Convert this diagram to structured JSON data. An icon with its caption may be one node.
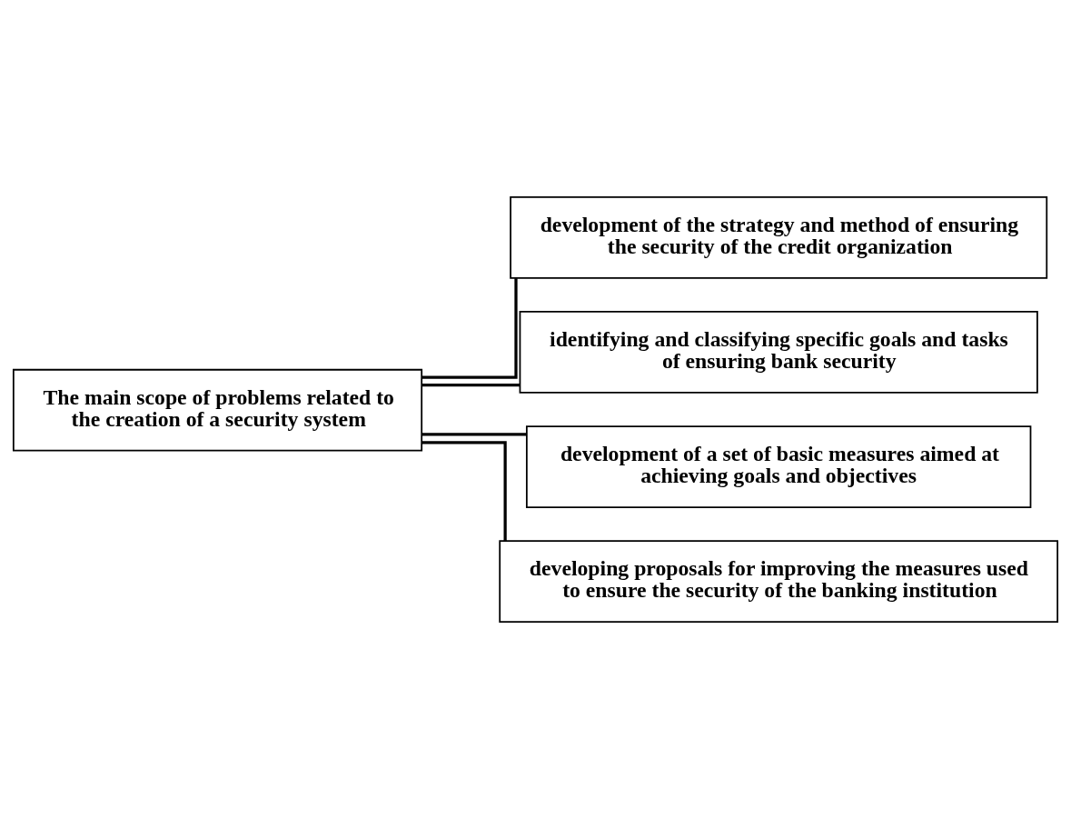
{
  "diagram": {
    "nodes": [
      {
        "text": [
          "The main scope of problems related to the creation of a security system"
        ]
      },
      {
        "text": [
          "development of the strategy and method of ensuring the security of the credit organization"
        ]
      },
      {
        "text": [
          "identifying and classifying specific goals and tasks of ensuring bank security"
        ]
      },
      {
        "text": [
          "development of a set of basic measures aimed at achieving goals and objectives"
        ]
      },
      {
        "text": [
          "developing proposals for improving the measures used to ensure the security of the banking institution"
        ]
      }
    ],
    "edges": [
      {
        "from": 0,
        "to": 1,
        "arrow": "none"
      },
      {
        "from": 0,
        "to": 2,
        "arrow": "none"
      },
      {
        "from": 0,
        "to": 3,
        "arrow": "none"
      },
      {
        "from": 0,
        "to": 4,
        "arrow": "none"
      }
    ]
  }
}
